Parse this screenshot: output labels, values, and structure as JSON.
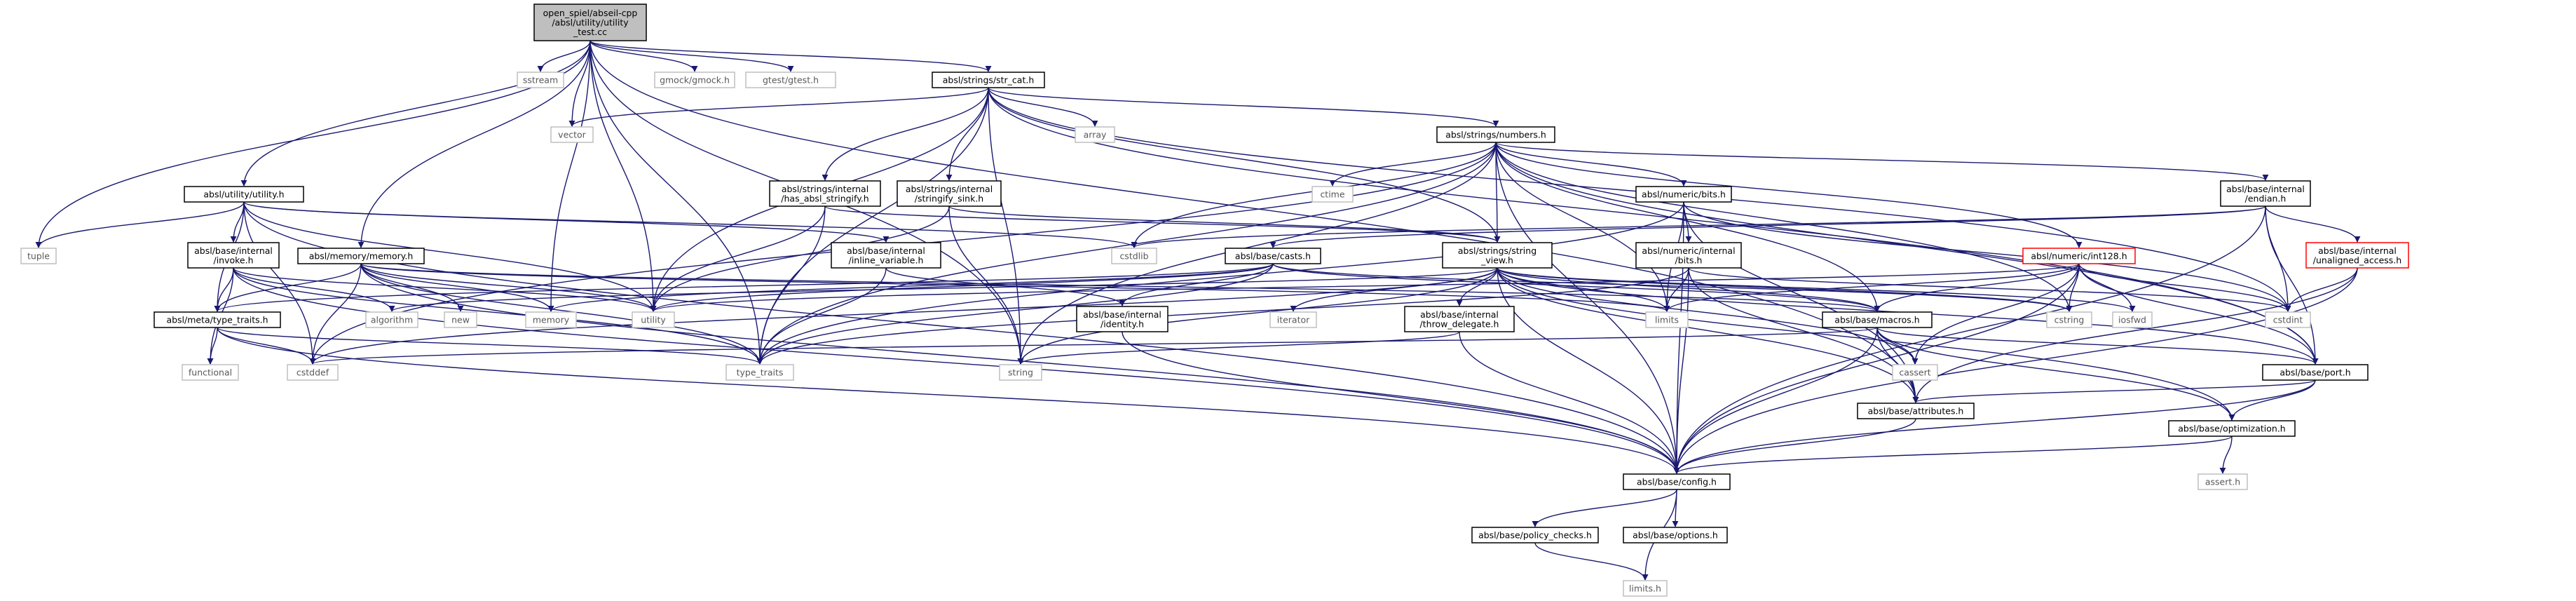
{
  "colors": {
    "edge": "#191970",
    "root_fill": "#bfbfbf",
    "red_border": "#ff0000",
    "system_border": "#bfbfbf",
    "text": "#000000"
  },
  "nodes": [
    {
      "id": "root",
      "lines": [
        "open_spiel/abseil-cpp",
        "/absl/utility/utility",
        "_test.cc"
      ],
      "style": "root"
    },
    {
      "id": "sstream",
      "lines": [
        "sstream"
      ],
      "style": "sys"
    },
    {
      "id": "gmock",
      "lines": [
        "gmock/gmock.h"
      ],
      "style": "sys"
    },
    {
      "id": "gtest",
      "lines": [
        "gtest/gtest.h"
      ],
      "style": "sys"
    },
    {
      "id": "str_cat",
      "lines": [
        "absl/strings/str_cat.h"
      ],
      "style": "file"
    },
    {
      "id": "vector",
      "lines": [
        "vector"
      ],
      "style": "sys"
    },
    {
      "id": "array",
      "lines": [
        "array"
      ],
      "style": "sys"
    },
    {
      "id": "numbers",
      "lines": [
        "absl/strings/numbers.h"
      ],
      "style": "file"
    },
    {
      "id": "utility_h",
      "lines": [
        "absl/utility/utility.h"
      ],
      "style": "file"
    },
    {
      "id": "has_stringify",
      "lines": [
        "absl/strings/internal",
        "/has_absl_stringify.h"
      ],
      "style": "file"
    },
    {
      "id": "stringify_sink",
      "lines": [
        "absl/strings/internal",
        "/stringify_sink.h"
      ],
      "style": "file"
    },
    {
      "id": "ctime",
      "lines": [
        "ctime"
      ],
      "style": "sys"
    },
    {
      "id": "numeric_bits",
      "lines": [
        "absl/numeric/bits.h"
      ],
      "style": "file"
    },
    {
      "id": "endian",
      "lines": [
        "absl/base/internal",
        "/endian.h"
      ],
      "style": "file"
    },
    {
      "id": "tuple",
      "lines": [
        "tuple"
      ],
      "style": "sys"
    },
    {
      "id": "invoke",
      "lines": [
        "absl/base/internal",
        "/invoke.h"
      ],
      "style": "file"
    },
    {
      "id": "memory_h",
      "lines": [
        "absl/memory/memory.h"
      ],
      "style": "file"
    },
    {
      "id": "inline_variable",
      "lines": [
        "absl/base/internal",
        "/inline_variable.h"
      ],
      "style": "file"
    },
    {
      "id": "cstdlib",
      "lines": [
        "cstdlib"
      ],
      "style": "sys"
    },
    {
      "id": "string_view",
      "lines": [
        "absl/strings/string",
        "_view.h"
      ],
      "style": "file"
    },
    {
      "id": "numeric_internal_bits",
      "lines": [
        "absl/numeric/internal",
        "/bits.h"
      ],
      "style": "file"
    },
    {
      "id": "casts",
      "lines": [
        "absl/base/casts.h"
      ],
      "style": "file"
    },
    {
      "id": "int128",
      "lines": [
        "absl/numeric/int128.h"
      ],
      "style": "red"
    },
    {
      "id": "unaligned",
      "lines": [
        "absl/base/internal",
        "/unaligned_access.h"
      ],
      "style": "red"
    },
    {
      "id": "type_traits_h",
      "lines": [
        "absl/meta/type_traits.h"
      ],
      "style": "file"
    },
    {
      "id": "algorithm",
      "lines": [
        "algorithm"
      ],
      "style": "sys"
    },
    {
      "id": "new",
      "lines": [
        "new"
      ],
      "style": "sys"
    },
    {
      "id": "memory",
      "lines": [
        "memory"
      ],
      "style": "sys"
    },
    {
      "id": "utility",
      "lines": [
        "utility"
      ],
      "style": "sys"
    },
    {
      "id": "identity",
      "lines": [
        "absl/base/internal",
        "/identity.h"
      ],
      "style": "file"
    },
    {
      "id": "iterator",
      "lines": [
        "iterator"
      ],
      "style": "sys"
    },
    {
      "id": "throw_delegate",
      "lines": [
        "absl/base/internal",
        "/throw_delegate.h"
      ],
      "style": "file"
    },
    {
      "id": "limits",
      "lines": [
        "limits"
      ],
      "style": "sys"
    },
    {
      "id": "macros",
      "lines": [
        "absl/base/macros.h"
      ],
      "style": "file"
    },
    {
      "id": "cstring",
      "lines": [
        "cstring"
      ],
      "style": "sys"
    },
    {
      "id": "iosfwd",
      "lines": [
        "iosfwd"
      ],
      "style": "sys"
    },
    {
      "id": "cstdint",
      "lines": [
        "cstdint"
      ],
      "style": "sys"
    },
    {
      "id": "functional",
      "lines": [
        "functional"
      ],
      "style": "sys"
    },
    {
      "id": "cstddef",
      "lines": [
        "cstddef"
      ],
      "style": "sys"
    },
    {
      "id": "type_traits",
      "lines": [
        "type_traits"
      ],
      "style": "sys"
    },
    {
      "id": "string",
      "lines": [
        "string"
      ],
      "style": "sys"
    },
    {
      "id": "cassert",
      "lines": [
        "cassert"
      ],
      "style": "sys"
    },
    {
      "id": "port",
      "lines": [
        "absl/base/port.h"
      ],
      "style": "file"
    },
    {
      "id": "attributes",
      "lines": [
        "absl/base/attributes.h"
      ],
      "style": "file"
    },
    {
      "id": "optimization",
      "lines": [
        "absl/base/optimization.h"
      ],
      "style": "file"
    },
    {
      "id": "config",
      "lines": [
        "absl/base/config.h"
      ],
      "style": "file"
    },
    {
      "id": "assert_h",
      "lines": [
        "assert.h"
      ],
      "style": "sys"
    },
    {
      "id": "policy_checks",
      "lines": [
        "absl/base/policy_checks.h"
      ],
      "style": "file"
    },
    {
      "id": "options",
      "lines": [
        "absl/base/options.h"
      ],
      "style": "file"
    },
    {
      "id": "limits_h",
      "lines": [
        "limits.h"
      ],
      "style": "sys"
    }
  ],
  "edges": [
    [
      "root",
      "sstream"
    ],
    [
      "root",
      "gmock"
    ],
    [
      "root",
      "gtest"
    ],
    [
      "root",
      "str_cat"
    ],
    [
      "root",
      "utility_h"
    ],
    [
      "root",
      "memory_h"
    ],
    [
      "root",
      "tuple"
    ],
    [
      "root",
      "vector"
    ],
    [
      "root",
      "utility"
    ],
    [
      "root",
      "memory"
    ],
    [
      "root",
      "string"
    ],
    [
      "root",
      "type_traits"
    ],
    [
      "root",
      "attributes"
    ],
    [
      "str_cat",
      "vector"
    ],
    [
      "str_cat",
      "array"
    ],
    [
      "str_cat",
      "numbers"
    ],
    [
      "str_cat",
      "has_stringify"
    ],
    [
      "str_cat",
      "stringify_sink"
    ],
    [
      "str_cat",
      "string_view"
    ],
    [
      "str_cat",
      "cstdint"
    ],
    [
      "str_cat",
      "string"
    ],
    [
      "str_cat",
      "type_traits"
    ],
    [
      "str_cat",
      "utility"
    ],
    [
      "str_cat",
      "port"
    ],
    [
      "numbers",
      "ctime"
    ],
    [
      "numbers",
      "numeric_bits"
    ],
    [
      "numbers",
      "endian"
    ],
    [
      "numbers",
      "int128"
    ],
    [
      "numbers",
      "string_view"
    ],
    [
      "numbers",
      "macros"
    ],
    [
      "numbers",
      "config"
    ],
    [
      "numbers",
      "cstdlib"
    ],
    [
      "numbers",
      "limits"
    ],
    [
      "numbers",
      "cstring"
    ],
    [
      "numbers",
      "string"
    ],
    [
      "numbers",
      "type_traits"
    ],
    [
      "numbers",
      "cstddef"
    ],
    [
      "numbers",
      "port"
    ],
    [
      "utility_h",
      "tuple"
    ],
    [
      "utility_h",
      "invoke"
    ],
    [
      "utility_h",
      "inline_variable"
    ],
    [
      "utility_h",
      "type_traits_h"
    ],
    [
      "utility_h",
      "utility"
    ],
    [
      "utility_h",
      "cstdlib"
    ],
    [
      "utility_h",
      "cstddef"
    ],
    [
      "utility_h",
      "config"
    ],
    [
      "has_stringify",
      "utility"
    ],
    [
      "has_stringify",
      "type_traits"
    ],
    [
      "has_stringify",
      "string_view"
    ],
    [
      "stringify_sink",
      "string"
    ],
    [
      "stringify_sink",
      "utility"
    ],
    [
      "stringify_sink",
      "string_view"
    ],
    [
      "numeric_bits",
      "cstdint"
    ],
    [
      "numeric_bits",
      "limits"
    ],
    [
      "numeric_bits",
      "type_traits"
    ],
    [
      "numeric_bits",
      "numeric_internal_bits"
    ],
    [
      "numeric_bits",
      "attributes"
    ],
    [
      "numeric_bits",
      "config"
    ],
    [
      "endian",
      "cstdint"
    ],
    [
      "endian",
      "cstdlib"
    ],
    [
      "endian",
      "casts"
    ],
    [
      "endian",
      "unaligned"
    ],
    [
      "endian",
      "port"
    ],
    [
      "endian",
      "config"
    ],
    [
      "invoke",
      "algorithm"
    ],
    [
      "invoke",
      "type_traits_h"
    ],
    [
      "invoke",
      "type_traits"
    ],
    [
      "invoke",
      "utility"
    ],
    [
      "invoke",
      "functional"
    ],
    [
      "invoke",
      "config"
    ],
    [
      "memory_h",
      "new"
    ],
    [
      "memory_h",
      "memory"
    ],
    [
      "memory_h",
      "type_traits_h"
    ],
    [
      "memory_h",
      "utility"
    ],
    [
      "memory_h",
      "cstddef"
    ],
    [
      "memory_h",
      "limits"
    ],
    [
      "memory_h",
      "type_traits"
    ],
    [
      "memory_h",
      "macros"
    ],
    [
      "memory_h",
      "config"
    ],
    [
      "inline_variable",
      "identity"
    ],
    [
      "inline_variable",
      "type_traits"
    ],
    [
      "string_view",
      "algorithm"
    ],
    [
      "string_view",
      "cassert"
    ],
    [
      "string_view",
      "cstddef"
    ],
    [
      "string_view",
      "cstring"
    ],
    [
      "string_view",
      "iosfwd"
    ],
    [
      "string_view",
      "iterator"
    ],
    [
      "string_view",
      "limits"
    ],
    [
      "string_view",
      "string"
    ],
    [
      "string_view",
      "throw_delegate"
    ],
    [
      "string_view",
      "macros"
    ],
    [
      "string_view",
      "port"
    ],
    [
      "string_view",
      "attributes"
    ],
    [
      "string_view",
      "config"
    ],
    [
      "string_view",
      "optimization"
    ],
    [
      "numeric_internal_bits",
      "cstdint"
    ],
    [
      "numeric_internal_bits",
      "limits"
    ],
    [
      "numeric_internal_bits",
      "type_traits"
    ],
    [
      "numeric_internal_bits",
      "attributes"
    ],
    [
      "numeric_internal_bits",
      "config"
    ],
    [
      "casts",
      "cstring"
    ],
    [
      "casts",
      "memory"
    ],
    [
      "casts",
      "type_traits"
    ],
    [
      "casts",
      "utility"
    ],
    [
      "casts",
      "identity"
    ],
    [
      "casts",
      "type_traits_h"
    ],
    [
      "casts",
      "macros"
    ],
    [
      "int128",
      "cassert"
    ],
    [
      "int128",
      "cmath"
    ],
    [
      "int128",
      "cstdint"
    ],
    [
      "int128",
      "cstring"
    ],
    [
      "int128",
      "iosfwd"
    ],
    [
      "int128",
      "limits"
    ],
    [
      "int128",
      "utility"
    ],
    [
      "int128",
      "config"
    ],
    [
      "int128",
      "macros"
    ],
    [
      "int128",
      "port"
    ],
    [
      "unaligned",
      "cstdint"
    ],
    [
      "unaligned",
      "attributes"
    ],
    [
      "unaligned",
      "config"
    ],
    [
      "type_traits_h",
      "cstddef"
    ],
    [
      "type_traits_h",
      "functional"
    ],
    [
      "type_traits_h",
      "type_traits"
    ],
    [
      "type_traits_h",
      "config"
    ],
    [
      "identity",
      "config"
    ],
    [
      "throw_delegate",
      "string"
    ],
    [
      "throw_delegate",
      "config"
    ],
    [
      "macros",
      "cassert"
    ],
    [
      "macros",
      "cstddef"
    ],
    [
      "macros",
      "attributes"
    ],
    [
      "macros",
      "config"
    ],
    [
      "macros",
      "optimization"
    ],
    [
      "macros",
      "port"
    ],
    [
      "port",
      "attributes"
    ],
    [
      "port",
      "config"
    ],
    [
      "port",
      "optimization"
    ],
    [
      "attributes",
      "config"
    ],
    [
      "optimization",
      "assert_h"
    ],
    [
      "optimization",
      "config"
    ],
    [
      "config",
      "limits_h"
    ],
    [
      "config",
      "options"
    ],
    [
      "config",
      "policy_checks"
    ],
    [
      "policy_checks",
      "limits_h"
    ]
  ]
}
